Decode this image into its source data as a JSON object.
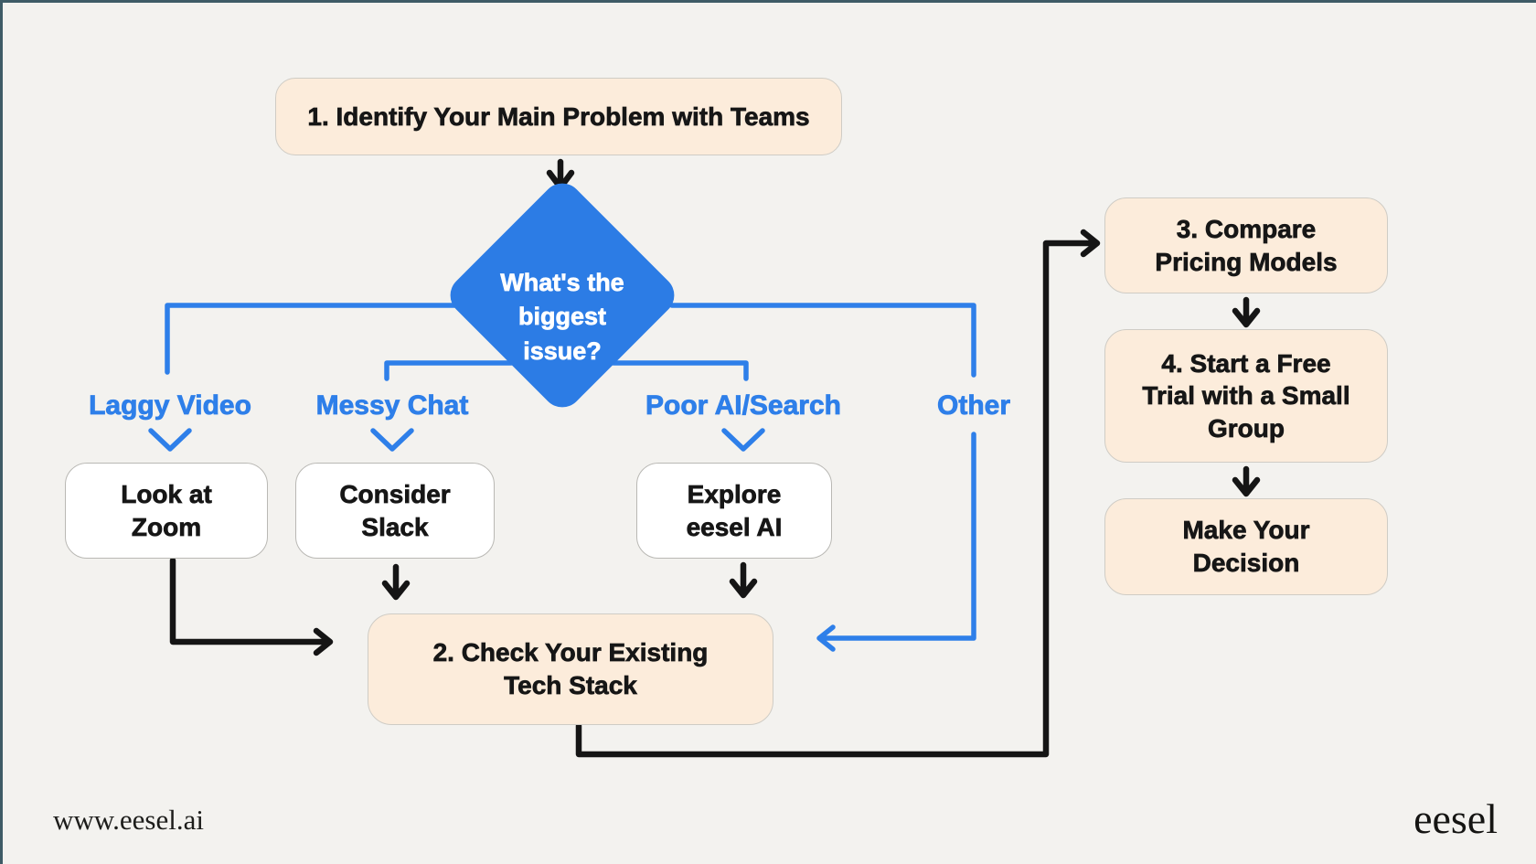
{
  "page": {
    "background": "#F3F2EF",
    "frame_border_color": "#3E5B66"
  },
  "colors": {
    "accent_blue": "#2E7FE9",
    "peach_node": "#FCECDB",
    "white_node": "#FFFFFF",
    "line_black": "#151515",
    "text_black": "#161616"
  },
  "flowchart": {
    "step1": "1. Identify Your Main Problem with Teams",
    "decision": "What's the\nbiggest\nissue?",
    "branches": [
      {
        "label": "Laggy Video",
        "action": "Look at\nZoom"
      },
      {
        "label": "Messy Chat",
        "action": "Consider\nSlack"
      },
      {
        "label": "Poor AI/Search",
        "action": "Explore\neesel AI"
      },
      {
        "label": "Other"
      }
    ],
    "step2": "2. Check Your Existing\nTech Stack",
    "step3": "3. Compare\nPricing Models",
    "step4": "4. Start a Free\nTrial with a Small\nGroup",
    "step5": "Make Your\nDecision"
  },
  "footer": {
    "website": "www.eesel.ai",
    "logo": "eesel"
  }
}
